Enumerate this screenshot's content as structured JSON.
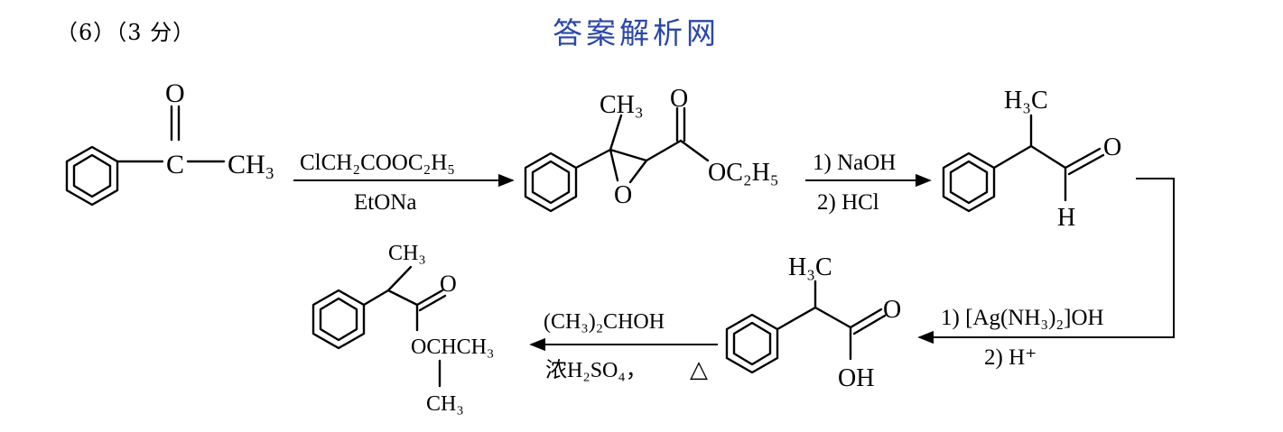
{
  "header": {
    "question_number": "（6）（3 分）",
    "watermark": "答案解析网"
  },
  "structures": {
    "acetophenone": {
      "atom_O": "O",
      "atom_C": "C",
      "group_CH3": "CH₃"
    },
    "glycidic_ester": {
      "group_CH3": "CH₃",
      "atom_O_carbonyl": "O",
      "atom_O_ring": "O",
      "group_ester": "OC₂H₅"
    },
    "aldehyde": {
      "group_H3C": "H₃C",
      "atom_O": "O",
      "atom_H": "H"
    },
    "acid": {
      "group_H3C": "H₃C",
      "atom_O": "O",
      "group_OH": "OH"
    },
    "ester": {
      "group_CH3_top": "CH₃",
      "atom_O": "O",
      "group_OCHCH3": "OCHCH₃",
      "group_CH3_bottom": "CH₃"
    }
  },
  "reactions": {
    "step1": {
      "reagent_above": "ClCH₂COOC₂H₅",
      "reagent_below": "EtONa"
    },
    "step2": {
      "reagent_above": "1) NaOH",
      "reagent_below": "2) HCl"
    },
    "step3": {
      "reagent_above": "1) [Ag(NH₃)₂]OH",
      "reagent_below": "2) H⁺"
    },
    "step4": {
      "reagent_above": "(CH₃)₂CHOH",
      "reagent_below": "浓H₂SO₄，",
      "heat_symbol": "△"
    }
  }
}
